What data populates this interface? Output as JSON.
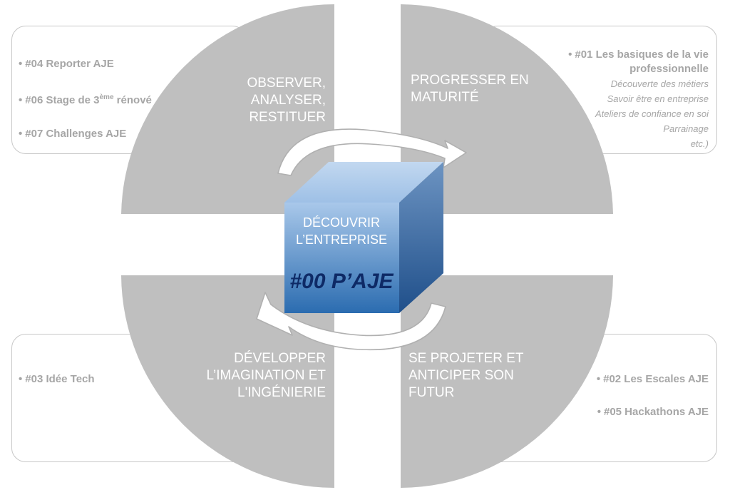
{
  "center": {
    "title_line1": "DÉCOUVRIR",
    "title_line2": "L’ENTREPRISE",
    "code": "#00 P’AJE"
  },
  "quadrants": {
    "top_left": {
      "line1": "OBSERVER,",
      "line2": "ANALYSER,",
      "line3": "RESTITUER"
    },
    "top_right": {
      "line1": "PROGRESSER EN",
      "line2": "MATURITÉ"
    },
    "bottom_left": {
      "line1": "DÉVELOPPER",
      "line2": "L’IMAGINATION ET",
      "line3": "L'INGÉNIERIE"
    },
    "bottom_right": {
      "line1": "SE PROJETER ET",
      "line2": "ANTICIPER SON",
      "line3": "FUTUR"
    }
  },
  "boxes": {
    "top_left": {
      "items": [
        {
          "text": "#04 Reporter AJE"
        },
        {
          "pre": "#06 Stage de 3",
          "sup": "ème",
          "post": " rénové"
        },
        {
          "text": "#07 Challenges AJE"
        }
      ]
    },
    "top_right": {
      "title_line1": "#01 Les basiques de la vie",
      "title_line2": "professionnelle",
      "sub_items": [
        "Découverte des métiers",
        "Savoir être en entreprise",
        "Ateliers de confiance en soi",
        "Parrainage",
        "etc.)"
      ]
    },
    "bottom_left": {
      "items": [
        "#03 Idée Tech"
      ]
    },
    "bottom_right": {
      "items": [
        "#02 Les Escales AJE",
        "#05 Hackathons AJE"
      ]
    }
  },
  "colors": {
    "quadrant_gray": "#bfbfbf",
    "box_border": "#c8c8c8",
    "box_text": "#a6a6a6",
    "cube_front_top": "#a9c8ea",
    "cube_front_bottom": "#2b6cb0",
    "cube_code": "#0e2a66",
    "cube_text": "#ffffff"
  }
}
